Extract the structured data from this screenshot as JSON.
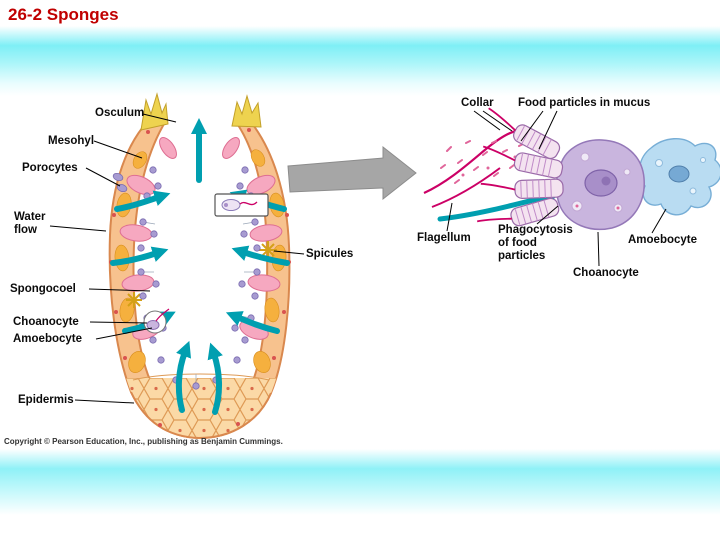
{
  "slide": {
    "title": "26-2 Sponges",
    "copyright": "Copyright © Pearson Education, Inc., publishing as Benjamin Cummings."
  },
  "labels": {
    "osculum": "Osculum",
    "mesohyl": "Mesohyl",
    "porocytes": "Porocytes",
    "water_flow": "Water flow",
    "spongocoel": "Spongocoel",
    "choanocyte": "Choanocyte",
    "amoebocyte": "Amoebocyte",
    "epidermis": "Epidermis",
    "spicules": "Spicules",
    "collar": "Collar",
    "food_particles": "Food particles in mucus",
    "flagellum": "Flagellum",
    "phagocytosis": "Phagocytosis of food particles",
    "amoebocyte_right": "Amoebocyte",
    "choanocyte_right": "Choanocyte"
  },
  "colors": {
    "accent_cyan": "#8ff1f7",
    "title_red": "#c00000",
    "sponge_wall": "#f7c28e",
    "water_arrow_teal": "#009fb0",
    "cell_purple": "#c9b5de",
    "amoebocyte_blue": "#b9dcf2",
    "flagellum_magenta": "#cc0066",
    "canal_pink": "#f6a8c0",
    "mesohyl_yellow": "#f5b03e"
  }
}
